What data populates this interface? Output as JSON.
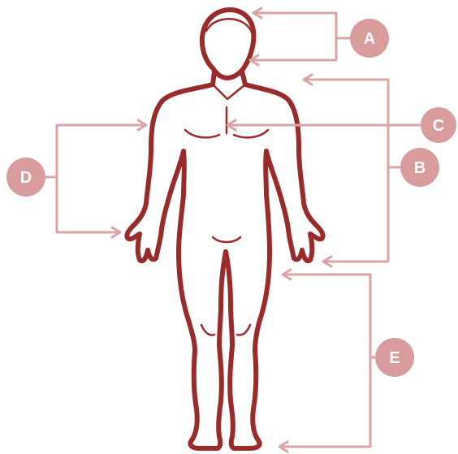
{
  "colors": {
    "figure_outline": "#9a2b2b",
    "leader_line": "#d8a4a4",
    "label_badge": "#d89c9c",
    "label_text": "#ffffff",
    "background": "#ffffff"
  },
  "labels": {
    "a": "A",
    "b": "B",
    "c": "C",
    "d": "D",
    "e": "E"
  }
}
